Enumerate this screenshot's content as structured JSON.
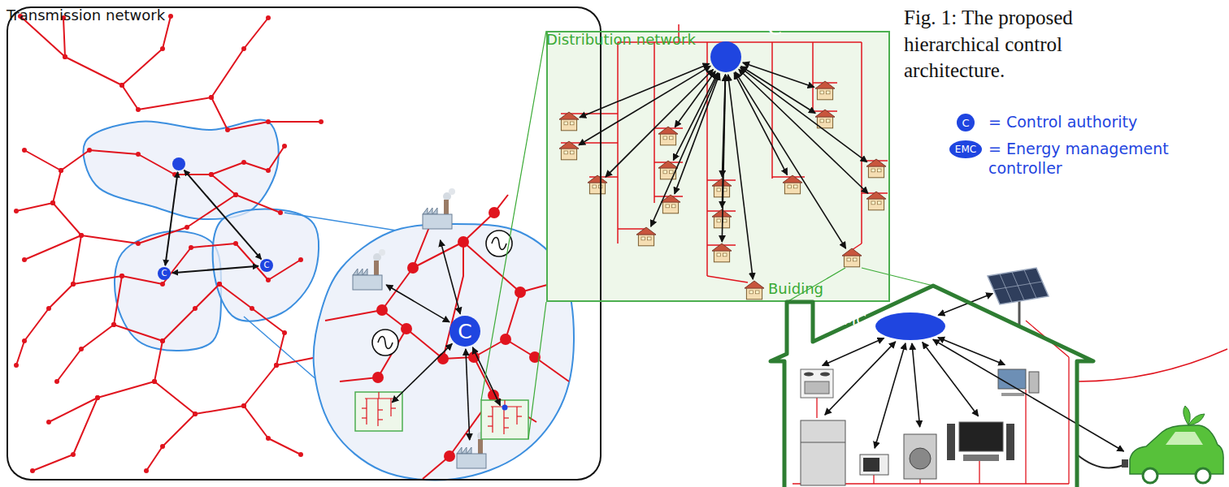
{
  "diagram": {
    "caption": "Fig. 1: The proposed hierarchical control architecture.",
    "nodes": [
      {
        "text": [
          "Transmission network"
        ]
      },
      {
        "text": [
          "C"
        ],
        "in": 0
      },
      {
        "text": [
          "C"
        ],
        "in": 0
      },
      {
        "text": [
          "C"
        ],
        "in": 0
      },
      {
        "text": [
          "C"
        ],
        "in": 0
      },
      {
        "text": [
          "Distribution network"
        ]
      },
      {
        "text": [
          "C"
        ],
        "in": 5
      },
      {
        "text": [
          "Buiding"
        ]
      },
      {
        "text": [
          "EMC"
        ],
        "in": 7
      }
    ],
    "edges": [
      {
        "from": 1,
        "to": 2,
        "arrow": "both"
      },
      {
        "from": 1,
        "to": 3,
        "arrow": "both"
      },
      {
        "from": 2,
        "to": 3,
        "arrow": "both"
      }
    ],
    "labels": [
      "C",
      "EMC"
    ],
    "legend": [
      {
        "text": "= Control authority"
      },
      {
        "text": "= Energy management controller"
      }
    ]
  }
}
